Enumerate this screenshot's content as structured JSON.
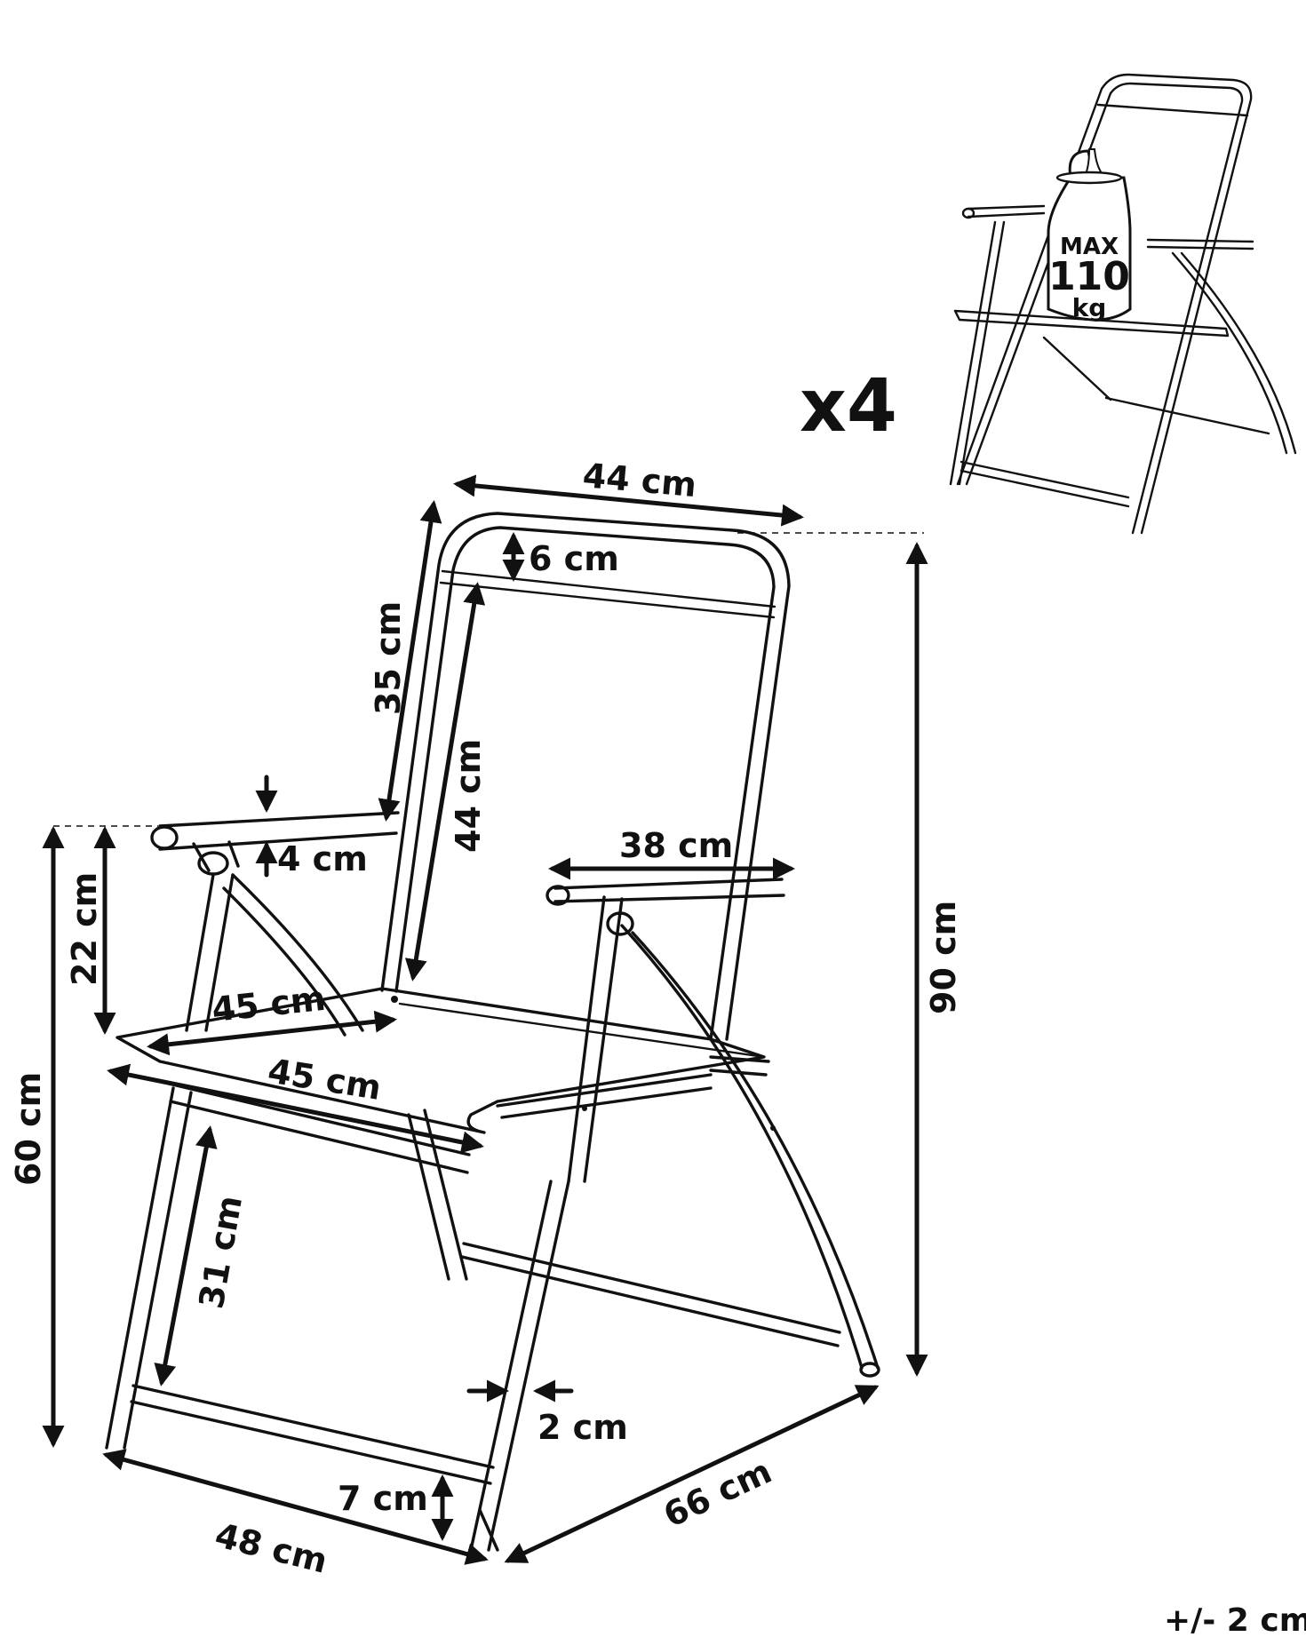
{
  "quantity_label": "x4",
  "max_load": {
    "line1": "MAX",
    "line2": "110",
    "line3": "kg"
  },
  "tolerance_note": "+/- 2 cm",
  "dimensions": {
    "backrest_width": "44 cm",
    "top_band": "6 cm",
    "backrest_height_side": "35 cm",
    "backrest_height_inner": "44 cm",
    "armrest_length": "38 cm",
    "armrest_thickness": "4 cm",
    "armrest_height": "22 cm",
    "seat_depth_top": "45 cm",
    "seat_width": "45 cm",
    "seat_height": "60 cm",
    "leg_height": "31 cm",
    "total_height": "90 cm",
    "tube_diameter": "2 cm",
    "bottom_bar_height": "7 cm",
    "base_width": "48 cm",
    "base_depth": "66 cm"
  }
}
